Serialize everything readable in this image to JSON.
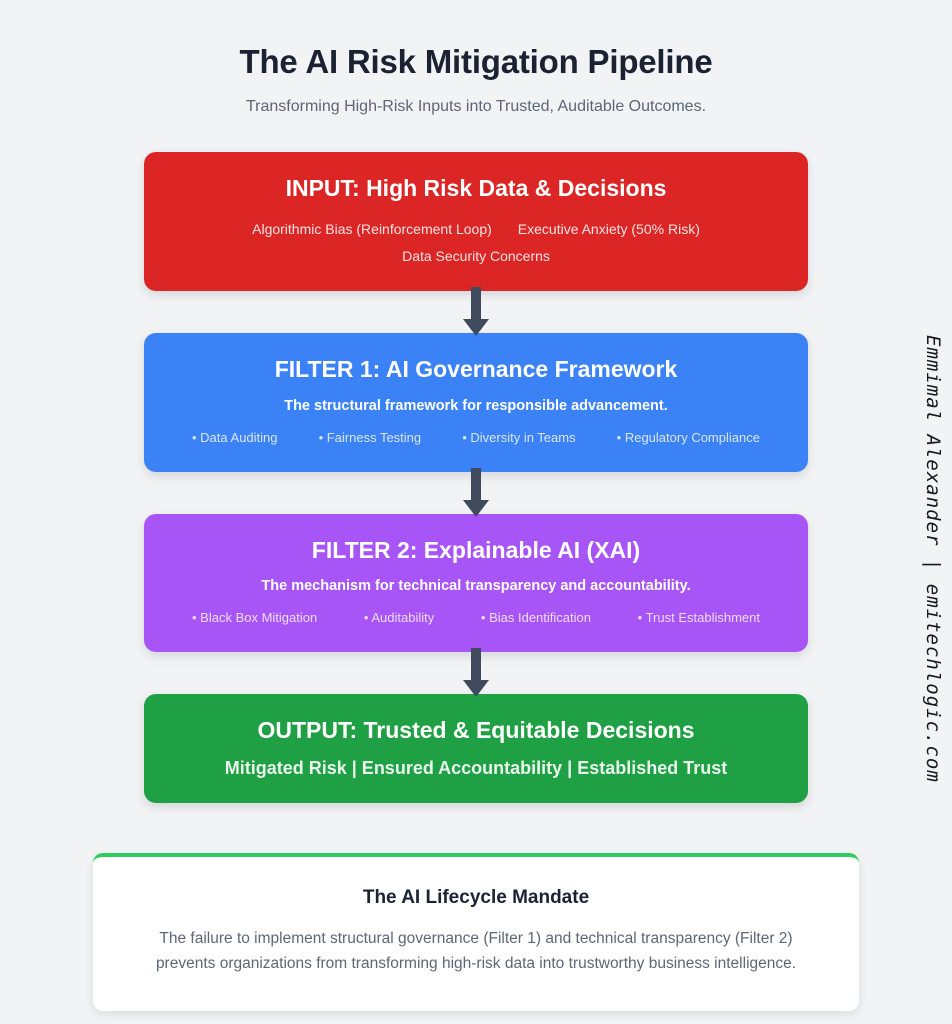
{
  "header": {
    "title": "The AI Risk Mitigation Pipeline",
    "subtitle": "Transforming High-Risk Inputs into Trusted, Auditable Outcomes."
  },
  "colors": {
    "background": "#f1f3f5",
    "input": "#dc2626",
    "filter1": "#3b82f6",
    "filter2": "#a855f7",
    "output": "#1fa045",
    "arrow": "#3f4a5c",
    "mandate_accent": "#2ecc5e",
    "title_text": "#1b2333",
    "muted_text": "#5d6675"
  },
  "pipeline": {
    "input": {
      "title": "INPUT: High Risk Data & Decisions",
      "tags": [
        "Algorithmic Bias (Reinforcement Loop)",
        "Executive Anxiety (50% Risk)",
        "Data Security Concerns"
      ]
    },
    "filter1": {
      "title": "FILTER 1: AI Governance Framework",
      "tagline": "The structural framework for responsible advancement.",
      "bullets": [
        "• Data Auditing",
        "• Fairness Testing",
        "• Diversity in Teams",
        "• Regulatory Compliance"
      ]
    },
    "filter2": {
      "title": "FILTER 2: Explainable AI (XAI)",
      "tagline": "The mechanism for technical transparency and accountability.",
      "bullets": [
        "• Black Box Mitigation",
        "• Auditability",
        "• Bias Identification",
        "• Trust Establishment"
      ]
    },
    "output": {
      "title": "OUTPUT: Trusted & Equitable Decisions",
      "tagline": "Mitigated Risk | Ensured Accountability | Established Trust"
    }
  },
  "mandate": {
    "title": "The AI Lifecycle Mandate",
    "body": "The failure to implement structural governance (Filter 1) and technical transparency (Filter 2) prevents organizations from transforming high-risk data into trustworthy business intelligence."
  },
  "watermark": {
    "text": "Emmimal Alexander | emitechlogic.com"
  }
}
